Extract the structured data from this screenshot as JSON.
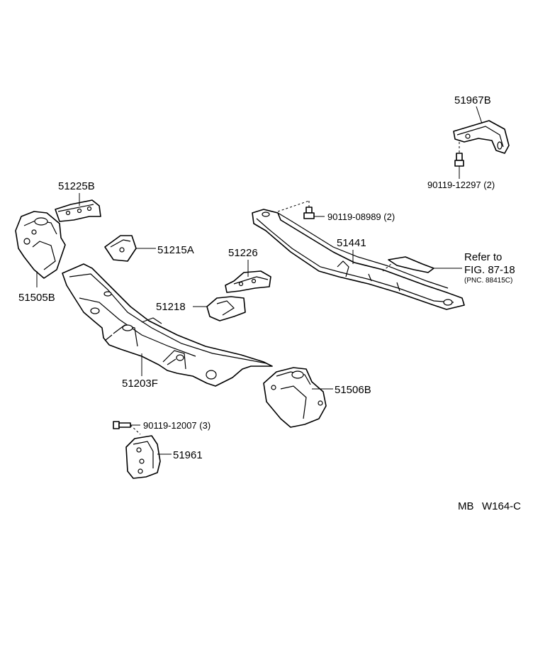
{
  "labels": {
    "p51967B": "51967B",
    "p90119_12297": "90119-12297 (2)",
    "p51225B": "51225B",
    "p90119_08989": "90119-08989 (2)",
    "p51215A": "51215A",
    "p51226": "51226",
    "p51441": "51441",
    "refer_line1": "Refer to",
    "refer_line2": "FIG. 87-18",
    "refer_line3": "(PNC. 88415C)",
    "p51505B": "51505B",
    "p51218": "51218",
    "p51203F": "51203F",
    "p51506B": "51506B",
    "p90119_12007": "90119-12007 (3)",
    "p51961": "51961",
    "code_mb": "MB",
    "code_fig": "W164-C"
  }
}
